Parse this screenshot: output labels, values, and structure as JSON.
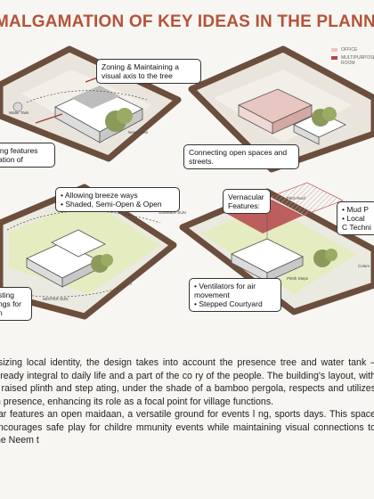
{
  "title": "MALGAMATION OF KEY IDEAS IN THE PLANNI",
  "legend": [
    {
      "label": "OFFICE",
      "color": "#e8c6c2"
    },
    {
      "label": "MULTIPURPOSE ROOM",
      "color": "#b5454a"
    }
  ],
  "callouts": {
    "c1": "Zoning & Maintaining a visual axis to the tree",
    "c2": "ing features ation of",
    "c3": "Connecting open spaces and streets.",
    "c4_items": [
      "Allowing breeze ways",
      "Shaded, Semi-Open & Open"
    ],
    "c5": "sting ngs for n",
    "c6_title": "Vernacular Features:",
    "c7_items": [
      "Mud P",
      "Local C Techni"
    ],
    "c8_items": [
      "Ventilators for air movement",
      "Stepped Courtyard"
    ]
  },
  "small_labels": {
    "water_tank": "Water Tank",
    "neem_tree": "Neem Tree",
    "summer_sun": "SUMMER SUN",
    "winter_sun": "WINTER SUN",
    "pitch_roof": "Pitch Roof",
    "plinth_steps": "Plinth Steps",
    "column": "Colum"
  },
  "body": {
    "paragraph1": "asizing local identity, the design takes into account the presence tree and water tank – already integral to daily life and a part of the co ry of the people. The building's layout, with a raised plinth and step ating, under the shade of a bamboo pergola, respects and utilizes th presence, enhancing its role as a focal point for village functions.",
    "paragraph2": "ear features an open maidaan, a versatile ground for events l ng, sports days. This space encourages safe play for childre mmunity events while maintaining visual connections to the Neem t"
  }
}
